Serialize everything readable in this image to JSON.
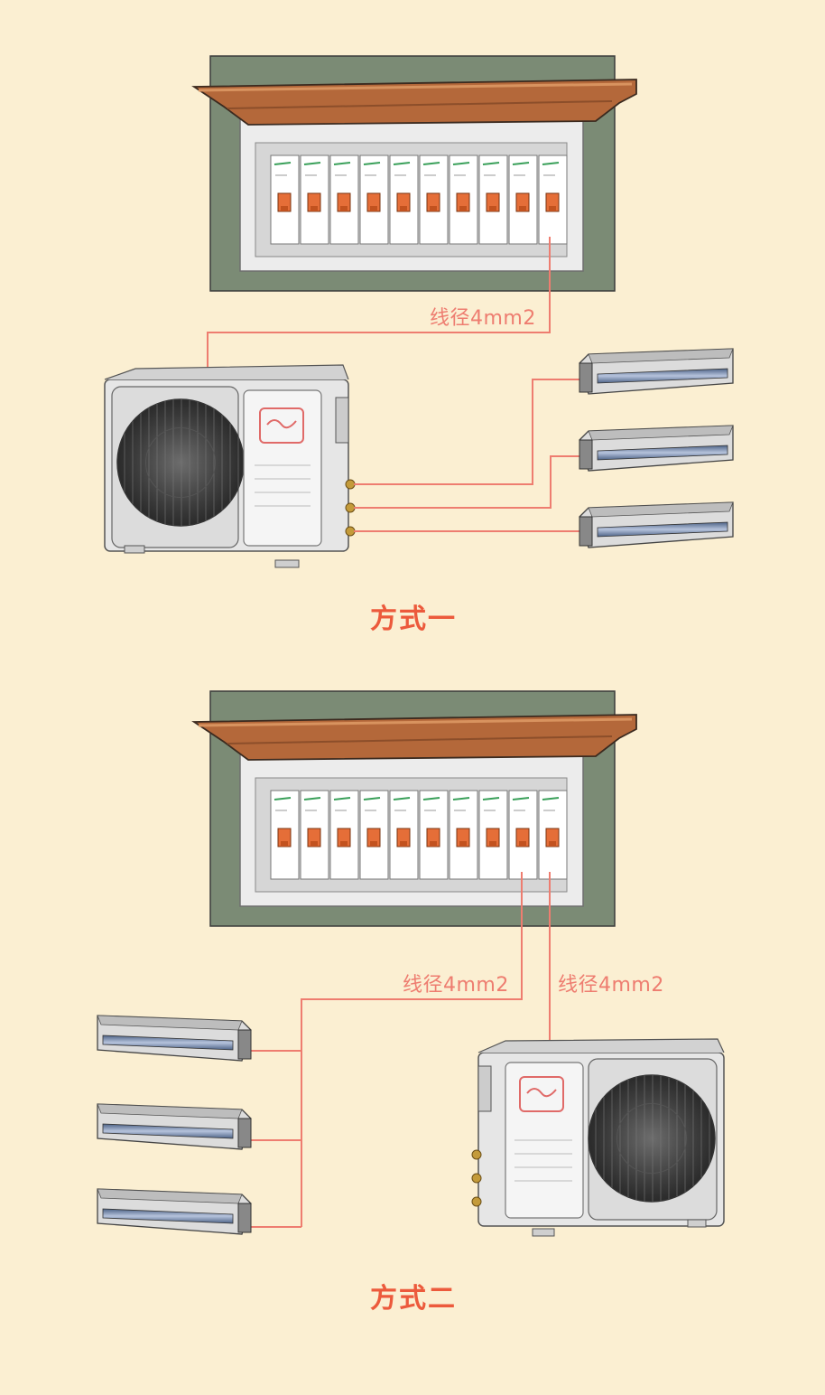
{
  "section_one": {
    "caption": "方式一",
    "wire_label": "线径4mm2",
    "breaker_count": 10,
    "indoor_unit_count": 3
  },
  "section_two": {
    "caption": "方式二",
    "wire_label_left": "线径4mm2",
    "wire_label_right": "线径4mm2",
    "breaker_count": 10,
    "indoor_unit_count": 3
  },
  "colors": {
    "background": "#fbefd2",
    "wall": "#7b8b75",
    "wood_cover": "#b4683a",
    "breaker_handle": "#e56e38",
    "wire": "#ee7d70",
    "caption": "#ec5a3c"
  }
}
